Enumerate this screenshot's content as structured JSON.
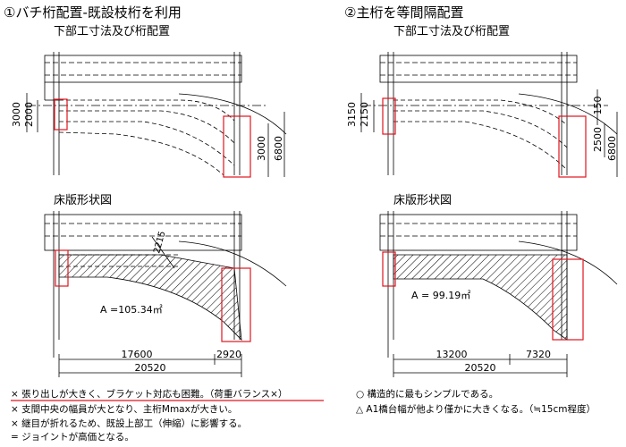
{
  "left": {
    "title": "①バチ桁配置-既設枝桁を利用",
    "sub_top": "下部工寸法及び桁配置",
    "sub_bottom": "床版形状図",
    "dim_a": "3000",
    "dim_b": "2000",
    "dim_c": "3000",
    "dim_d": "6800",
    "dim_diag": "2215",
    "area": "A =105.34㎡",
    "span1": "17600",
    "span2": "2920",
    "span_total": "20520",
    "notes": [
      "×  張り出しが大きく、ブラケット対応も困難。（荷重バランス×）",
      "×  支間中央の幅員が大となり、主桁Mmaxが大きい。",
      "×  継目が折れるため、既設上部工（伸縮）に影響する。",
      "      = ジョイントが高価となる。"
    ]
  },
  "right": {
    "title": "②主桁を等間隔配置",
    "sub_top": "下部工寸法及び桁配置",
    "sub_bottom": "床版形状図",
    "dim_a": "3150",
    "dim_b": "2150",
    "dim_c": "150",
    "dim_d": "2500",
    "dim_e": "6800",
    "area": "A = 99.19㎡",
    "span1": "13200",
    "span2": "7320",
    "span_total": "20520",
    "notes": [
      "○  構造的に最もシンプルである。",
      "△  A1橋台幅が他より僅かに大きくなる。（≒15cm程度）"
    ]
  },
  "colors": {
    "red": "#e0141e",
    "line": "#000000"
  }
}
